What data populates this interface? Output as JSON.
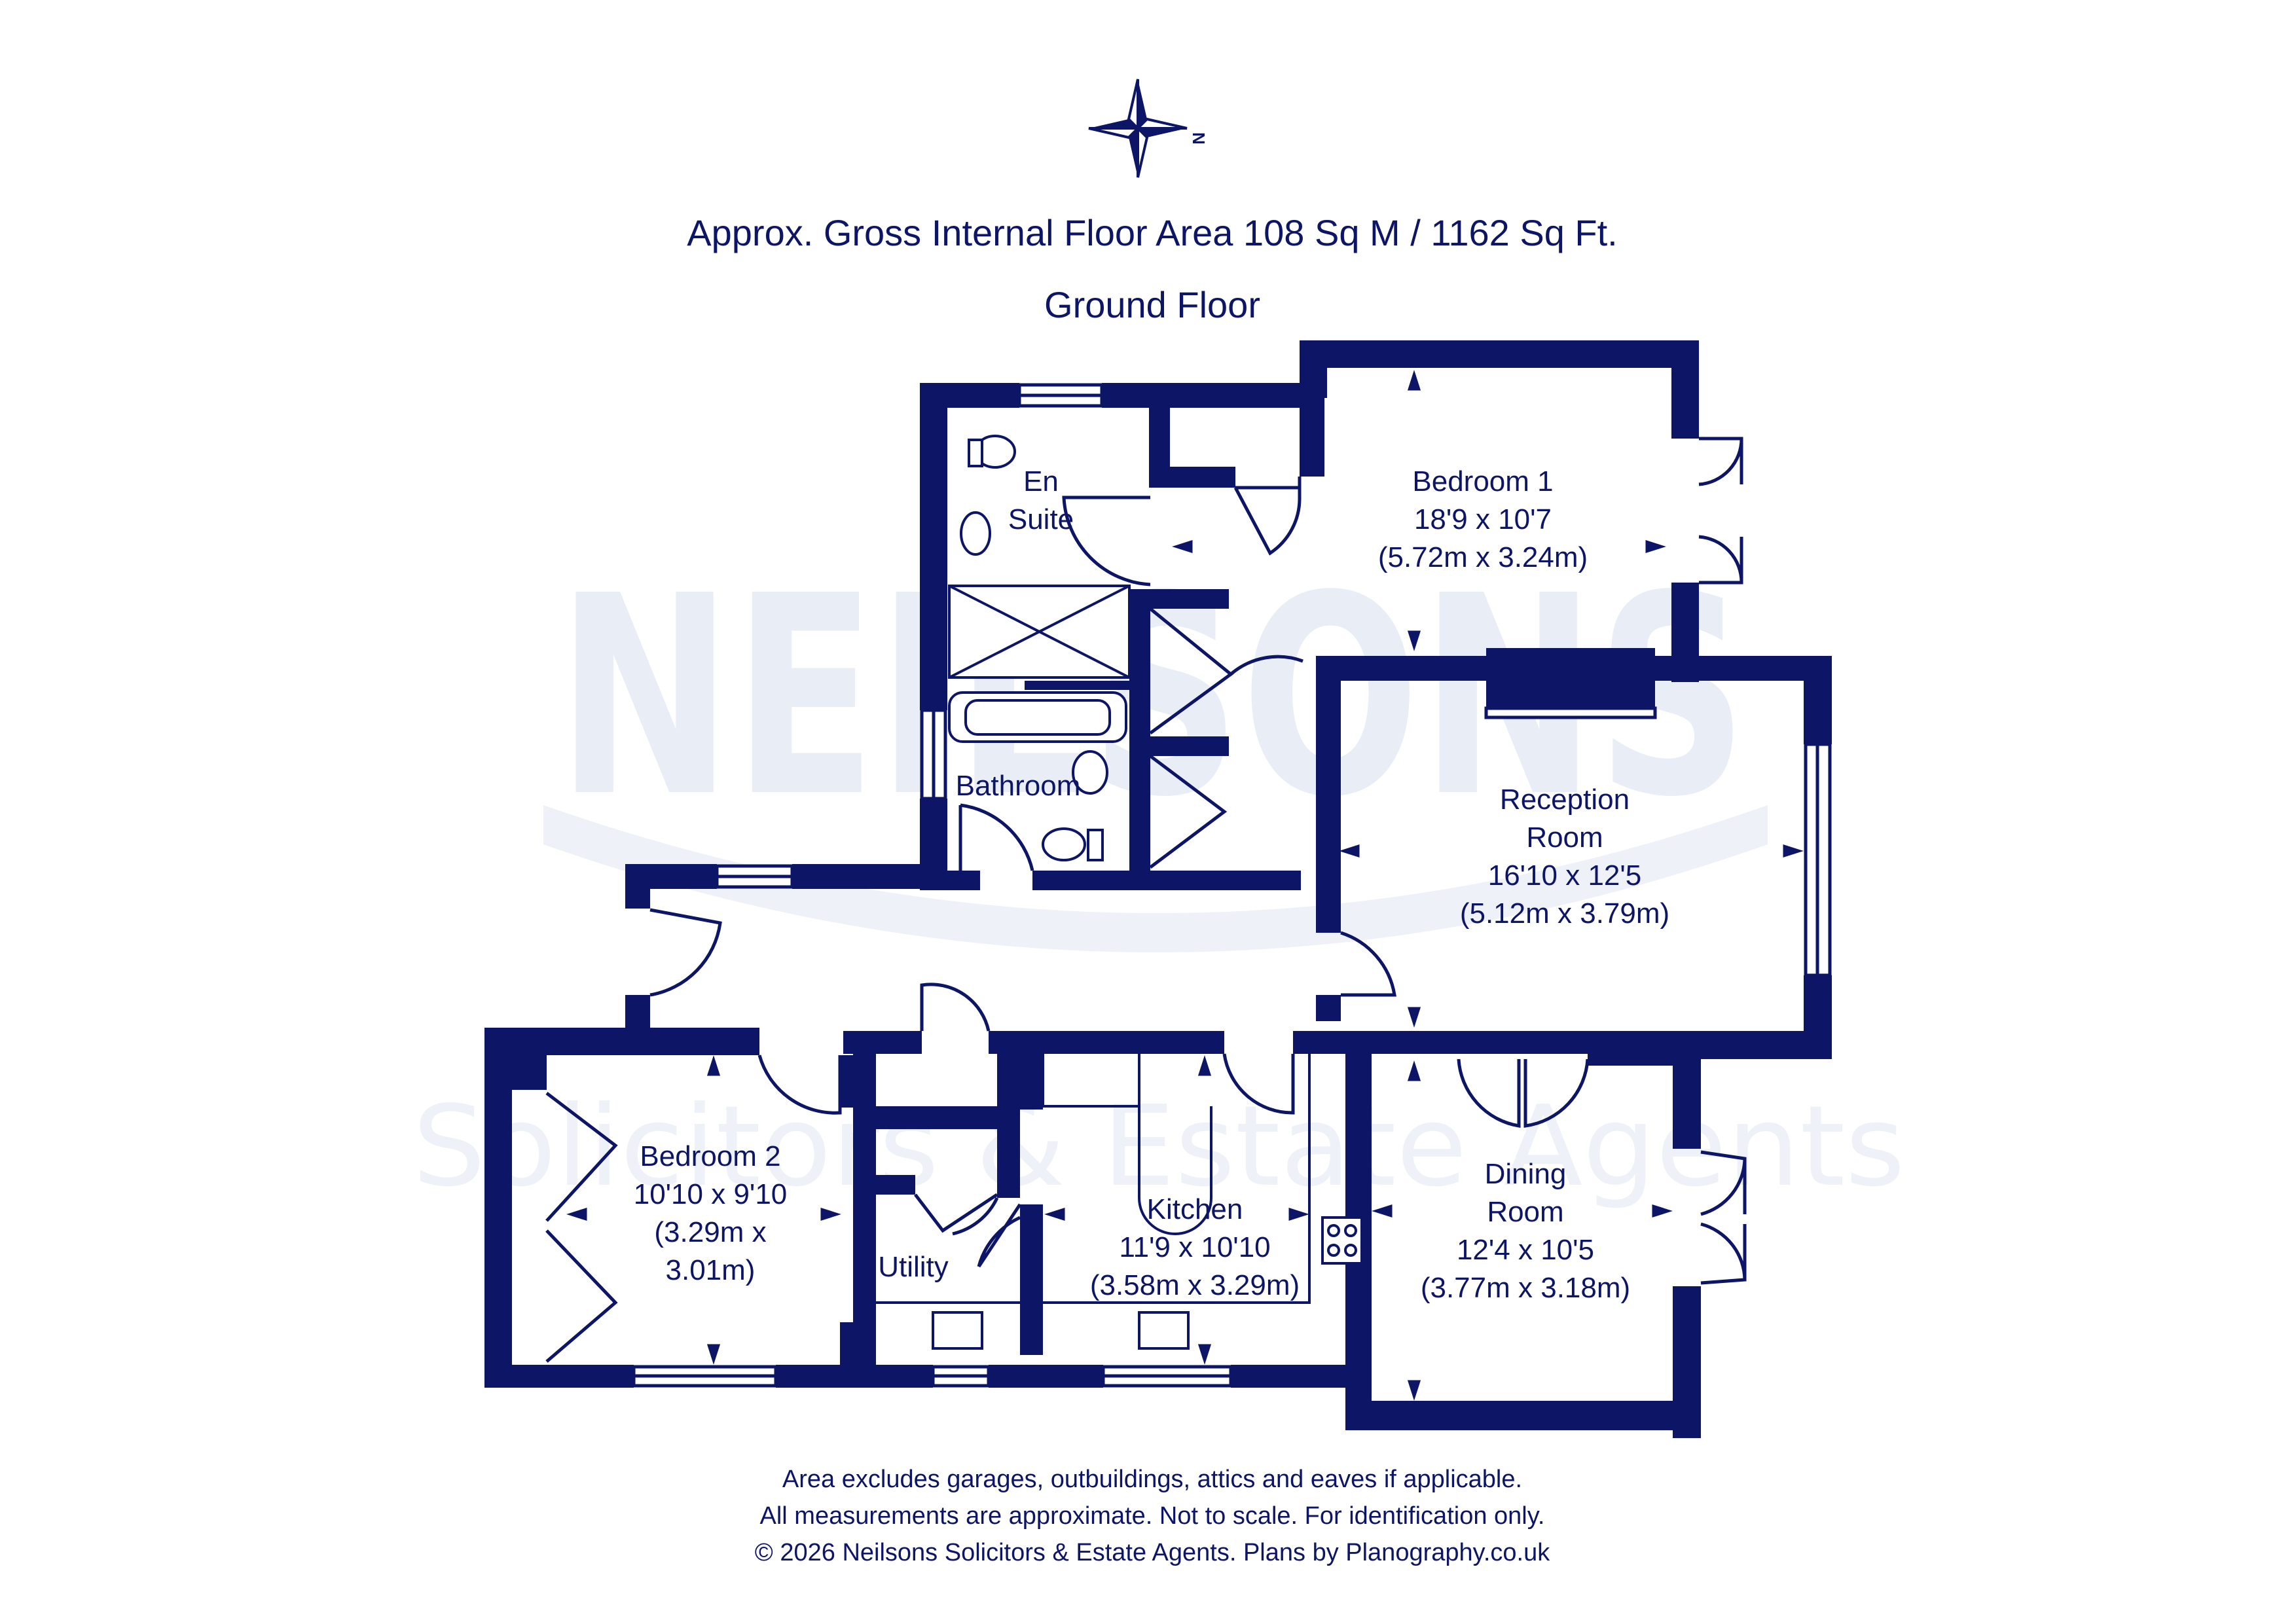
{
  "compass": {
    "north_label": "N"
  },
  "header": {
    "area": "Approx. Gross Internal Floor Area 108 Sq M / 1162 Sq Ft.",
    "floor": "Ground Floor"
  },
  "watermark": {
    "brand": "NEILSONS",
    "tagline": "Solicitors & Estate Agents"
  },
  "rooms": {
    "bedroom1": {
      "name": "Bedroom 1",
      "imperial": "18'9 x 10'7",
      "metric": "(5.72m x 3.24m)"
    },
    "ensuite": {
      "line1": "En",
      "line2": "Suite"
    },
    "bathroom": {
      "name": "Bathroom"
    },
    "reception": {
      "line1": "Reception",
      "line2": "Room",
      "imperial": "16'10 x 12'5",
      "metric": "(5.12m x 3.79m)"
    },
    "bedroom2": {
      "name": "Bedroom 2",
      "imperial": "10'10 x 9'10",
      "metric_line1": "(3.29m x",
      "metric_line2": "3.01m)"
    },
    "kitchen": {
      "name": "Kitchen",
      "imperial": "11'9 x 10'10",
      "metric": "(3.58m x 3.29m)"
    },
    "utility": {
      "name": "Utility"
    },
    "dining": {
      "line1": "Dining",
      "line2": "Room",
      "imperial": "12'4 x 10'5",
      "metric": "(3.77m x 3.18m)"
    }
  },
  "footer": {
    "line1": "Area excludes garages, outbuildings, attics and eaves if applicable.",
    "line2": "All measurements are approximate. Not to scale. For identification only.",
    "line3": "© 2026 Neilsons Solicitors & Estate Agents. Plans by Planography.co.uk"
  },
  "colors": {
    "wall": "#0c1566",
    "background": "#ffffff",
    "watermark": "#e9edf6"
  }
}
